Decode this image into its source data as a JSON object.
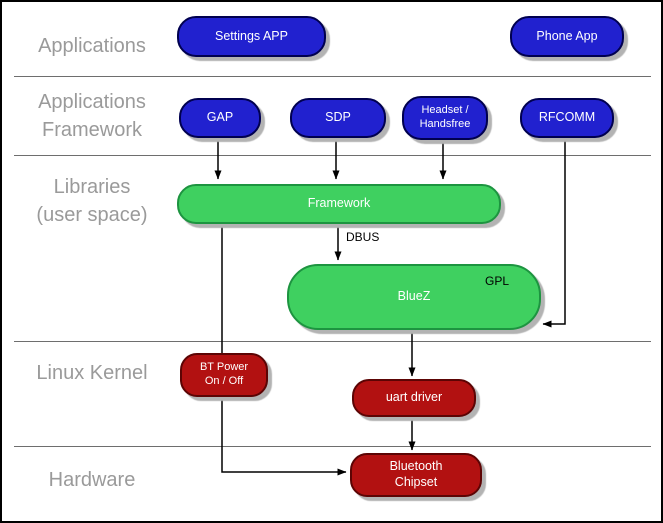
{
  "diagram": {
    "layers": {
      "applications": "Applications",
      "app_framework": "Applications\nFramework",
      "libraries": "Libraries\n(user space)",
      "linux_kernel": "Linux Kernel",
      "hardware": "Hardware"
    },
    "nodes": {
      "settings_app": "Settings APP",
      "phone_app": "Phone App",
      "gap": "GAP",
      "sdp": "SDP",
      "headset": "Headset /\nHandsfree",
      "rfcomm": "RFCOMM",
      "framework": "Framework",
      "bluez": "BlueZ",
      "bt_power": "BT Power\nOn / Off",
      "uart_driver": "uart driver",
      "bt_chipset": "Bluetooth\nChipset"
    },
    "annotations": {
      "dbus": "DBUS",
      "gpl": "GPL"
    },
    "colors": {
      "app_node_fill": "#2121cf",
      "app_node_border": "#00004f",
      "userspace_node_fill": "#3fd060",
      "userspace_node_border": "#1d9440",
      "kernel_node_fill": "#b21111",
      "kernel_node_border": "#5c0404",
      "layer_label_gray": "#9a9a9a",
      "shadow_gray": "#b3b3b3",
      "connector_black": "#000000"
    }
  }
}
